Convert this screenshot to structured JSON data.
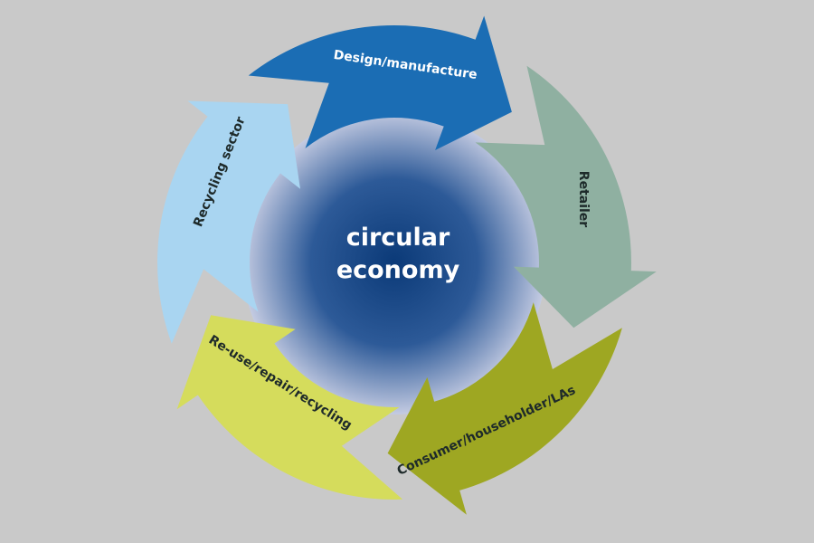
{
  "diagram": {
    "center": {
      "line1": "circular",
      "line2": "economy"
    },
    "segments": [
      {
        "label": "Design/manufacture",
        "color": "#1b6db4"
      },
      {
        "label": "Retailer",
        "color": "#8fb0a1"
      },
      {
        "label": "Consumer/householder/LAs",
        "color": "#9ea722"
      },
      {
        "label": "Re-use/repair/recycling",
        "color": "#d5dc5c"
      },
      {
        "label": "Recycling sector",
        "color": "#a9d5f1"
      }
    ],
    "colors": {
      "background": "#c9c9c9",
      "core_center": "#0b3a78",
      "core_edge": "#c4cbe2"
    }
  }
}
